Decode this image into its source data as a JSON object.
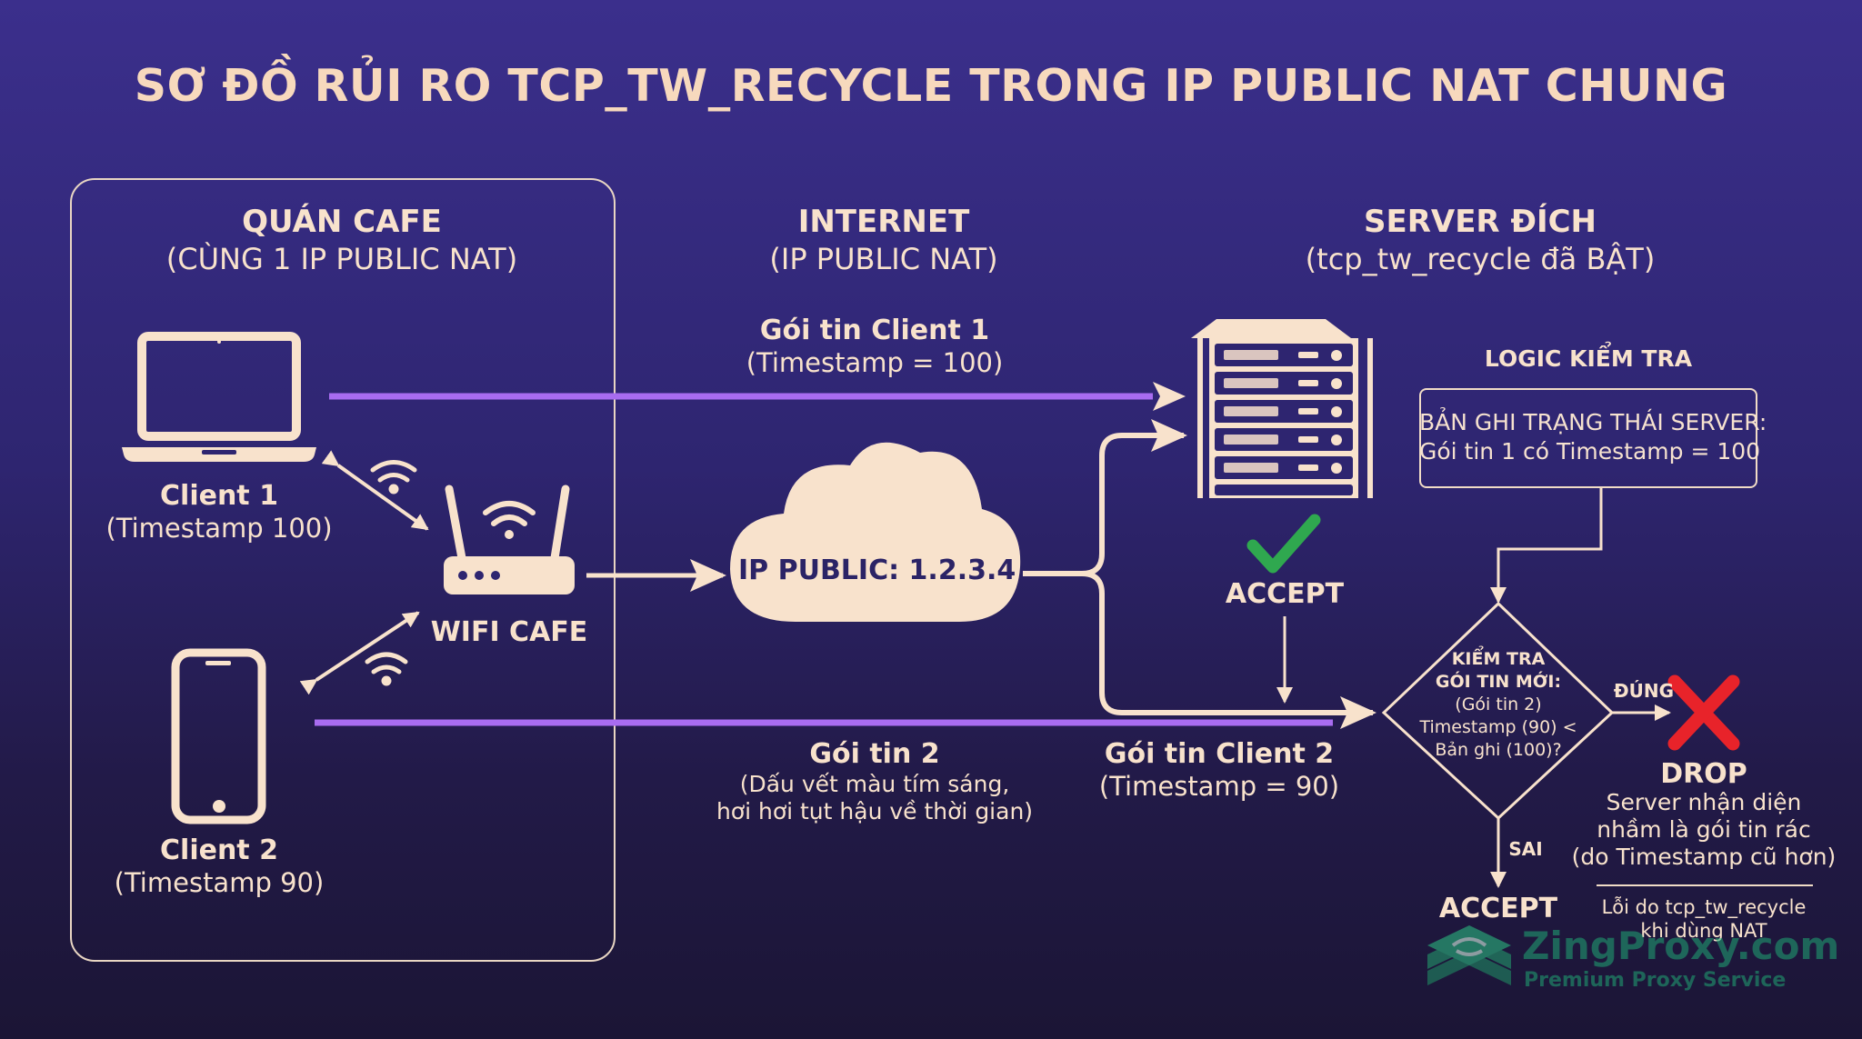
{
  "title": "SƠ ĐỒ RỦI RO TCP_TW_RECYCLE TRONG IP PUBLIC NAT CHUNG",
  "cafe": {
    "heading": "QUÁN CAFE",
    "subheading": "(CÙNG 1 IP PUBLIC NAT)",
    "client1": {
      "name": "Client 1",
      "timestamp": "(Timestamp 100)"
    },
    "client2": {
      "name": "Client 2",
      "timestamp": "(Timestamp 90)"
    },
    "router": "WIFI CAFE"
  },
  "internet": {
    "heading": "INTERNET",
    "subheading": "(IP PUBLIC NAT)",
    "cloud_label": "IP PUBLIC: 1.2.3.4"
  },
  "server": {
    "heading": "SERVER ĐÍCH",
    "subheading": "(tcp_tw_recycle đã BẬT)",
    "accept": "ACCEPT"
  },
  "packets": {
    "p1_title": "Gói tin Client 1",
    "p1_ts": "(Timestamp = 100)",
    "p2_title": "Gói tin 2",
    "p2_desc1": "(Dấu vết màu tím sáng,",
    "p2_desc2": "hơi hơi tụt hậu về thời gian)",
    "p2c_title": "Gói tin Client 2",
    "p2c_ts": "(Timestamp = 90)"
  },
  "logic": {
    "heading": "LOGIC KIỂM TRA",
    "record1": "BẢN GHI TRẠNG THÁI SERVER:",
    "record2": "Gói tin 1 có Timestamp = 100",
    "check1": "KIỂM TRA",
    "check2": "GÓI TIN MỚI:",
    "check3": "(Gói tin 2)",
    "check4": "Timestamp (90) <",
    "check5": "Bản ghi (100)?",
    "yes": "ĐÚNG",
    "no": "SAI",
    "accept": "ACCEPT",
    "drop": "DROP",
    "drop_desc1": "Server nhận diện",
    "drop_desc2": "nhầm là gói tin rác",
    "drop_desc3": "(do Timestamp cũ hơn)",
    "note1": "Lỗi do tcp_tw_recycle",
    "note2": "khi dùng NAT"
  },
  "watermark": {
    "brand": "ZingProxy.com",
    "tagline": "Premium Proxy Service"
  },
  "colors": {
    "accent_line": "#a86cf0",
    "cream": "#f8e2cc",
    "check": "#2fa84f",
    "cross": "#e8232a"
  }
}
